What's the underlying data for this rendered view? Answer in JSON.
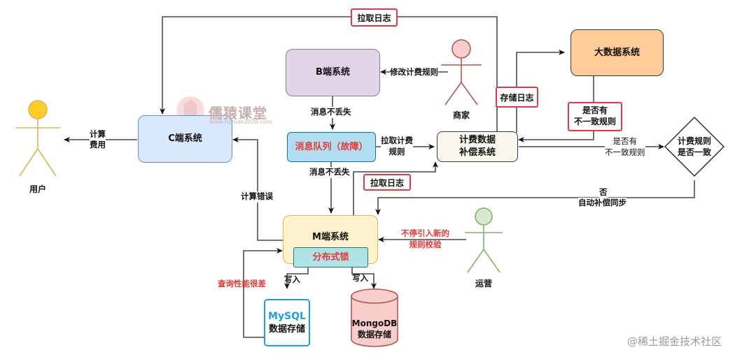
{
  "nodes": {
    "b_system": "B端系统",
    "c_system": "C端系统",
    "m_system": "M端系统",
    "mq": "消息队列（故障）",
    "billing_l1": "计费数据",
    "billing_l2": "补偿系统",
    "bigdata": "大数据系统",
    "dist_lock": "分布式锁",
    "mysql_l1": "MySQL",
    "mysql_l2": "数据存储",
    "mongo_l1": "MongoDB",
    "mongo_l2": "数据存储",
    "decision_l1": "计费规则",
    "decision_l2": "是否一致"
  },
  "actors": {
    "user": "用户",
    "merchant": "商家",
    "operator": "运营"
  },
  "edges": {
    "pull_log_top": "拉取日志",
    "modify_rules": "修改计费规则",
    "msg_no_loss_1": "消息不丢失",
    "msg_no_loss_2": "消息不丢失",
    "pull_rules_l1": "拉取计费",
    "pull_rules_l2": "规则",
    "calc_fee_l1": "计算",
    "calc_fee_l2": "费用",
    "calc_error": "计算错误",
    "pull_log_mid": "拉取日志",
    "store_log": "存储日志",
    "inconsistent_box_l1": "是否有",
    "inconsistent_box_l2": "不一致规则",
    "inconsistent_l1": "是否有",
    "inconsistent_l2": "不一致规则",
    "no": "否",
    "auto_sync": "自动补偿同步",
    "new_rules_l1": "不停引入新的",
    "new_rules_l2": "规则校验",
    "slow_query": "查询性能很差",
    "write_1": "写入",
    "write_2": "写入"
  },
  "watermark": {
    "brand": "儒猿课堂",
    "url": "www.ruyuan2020.com",
    "footer": "@稀土掘金技术社区"
  },
  "colors": {
    "b_fill": "#e1d5e7",
    "c_fill": "#dae8fc",
    "mq_fill": "#b1ddf0",
    "billing_fill": "#f9f7ed",
    "bigdata_fill": "#ffcc99",
    "m_fill": "#fff2cc",
    "lock_fill": "#b0e3e6",
    "mongo_fill": "#f8cecc",
    "highlight": "#e2384a"
  }
}
